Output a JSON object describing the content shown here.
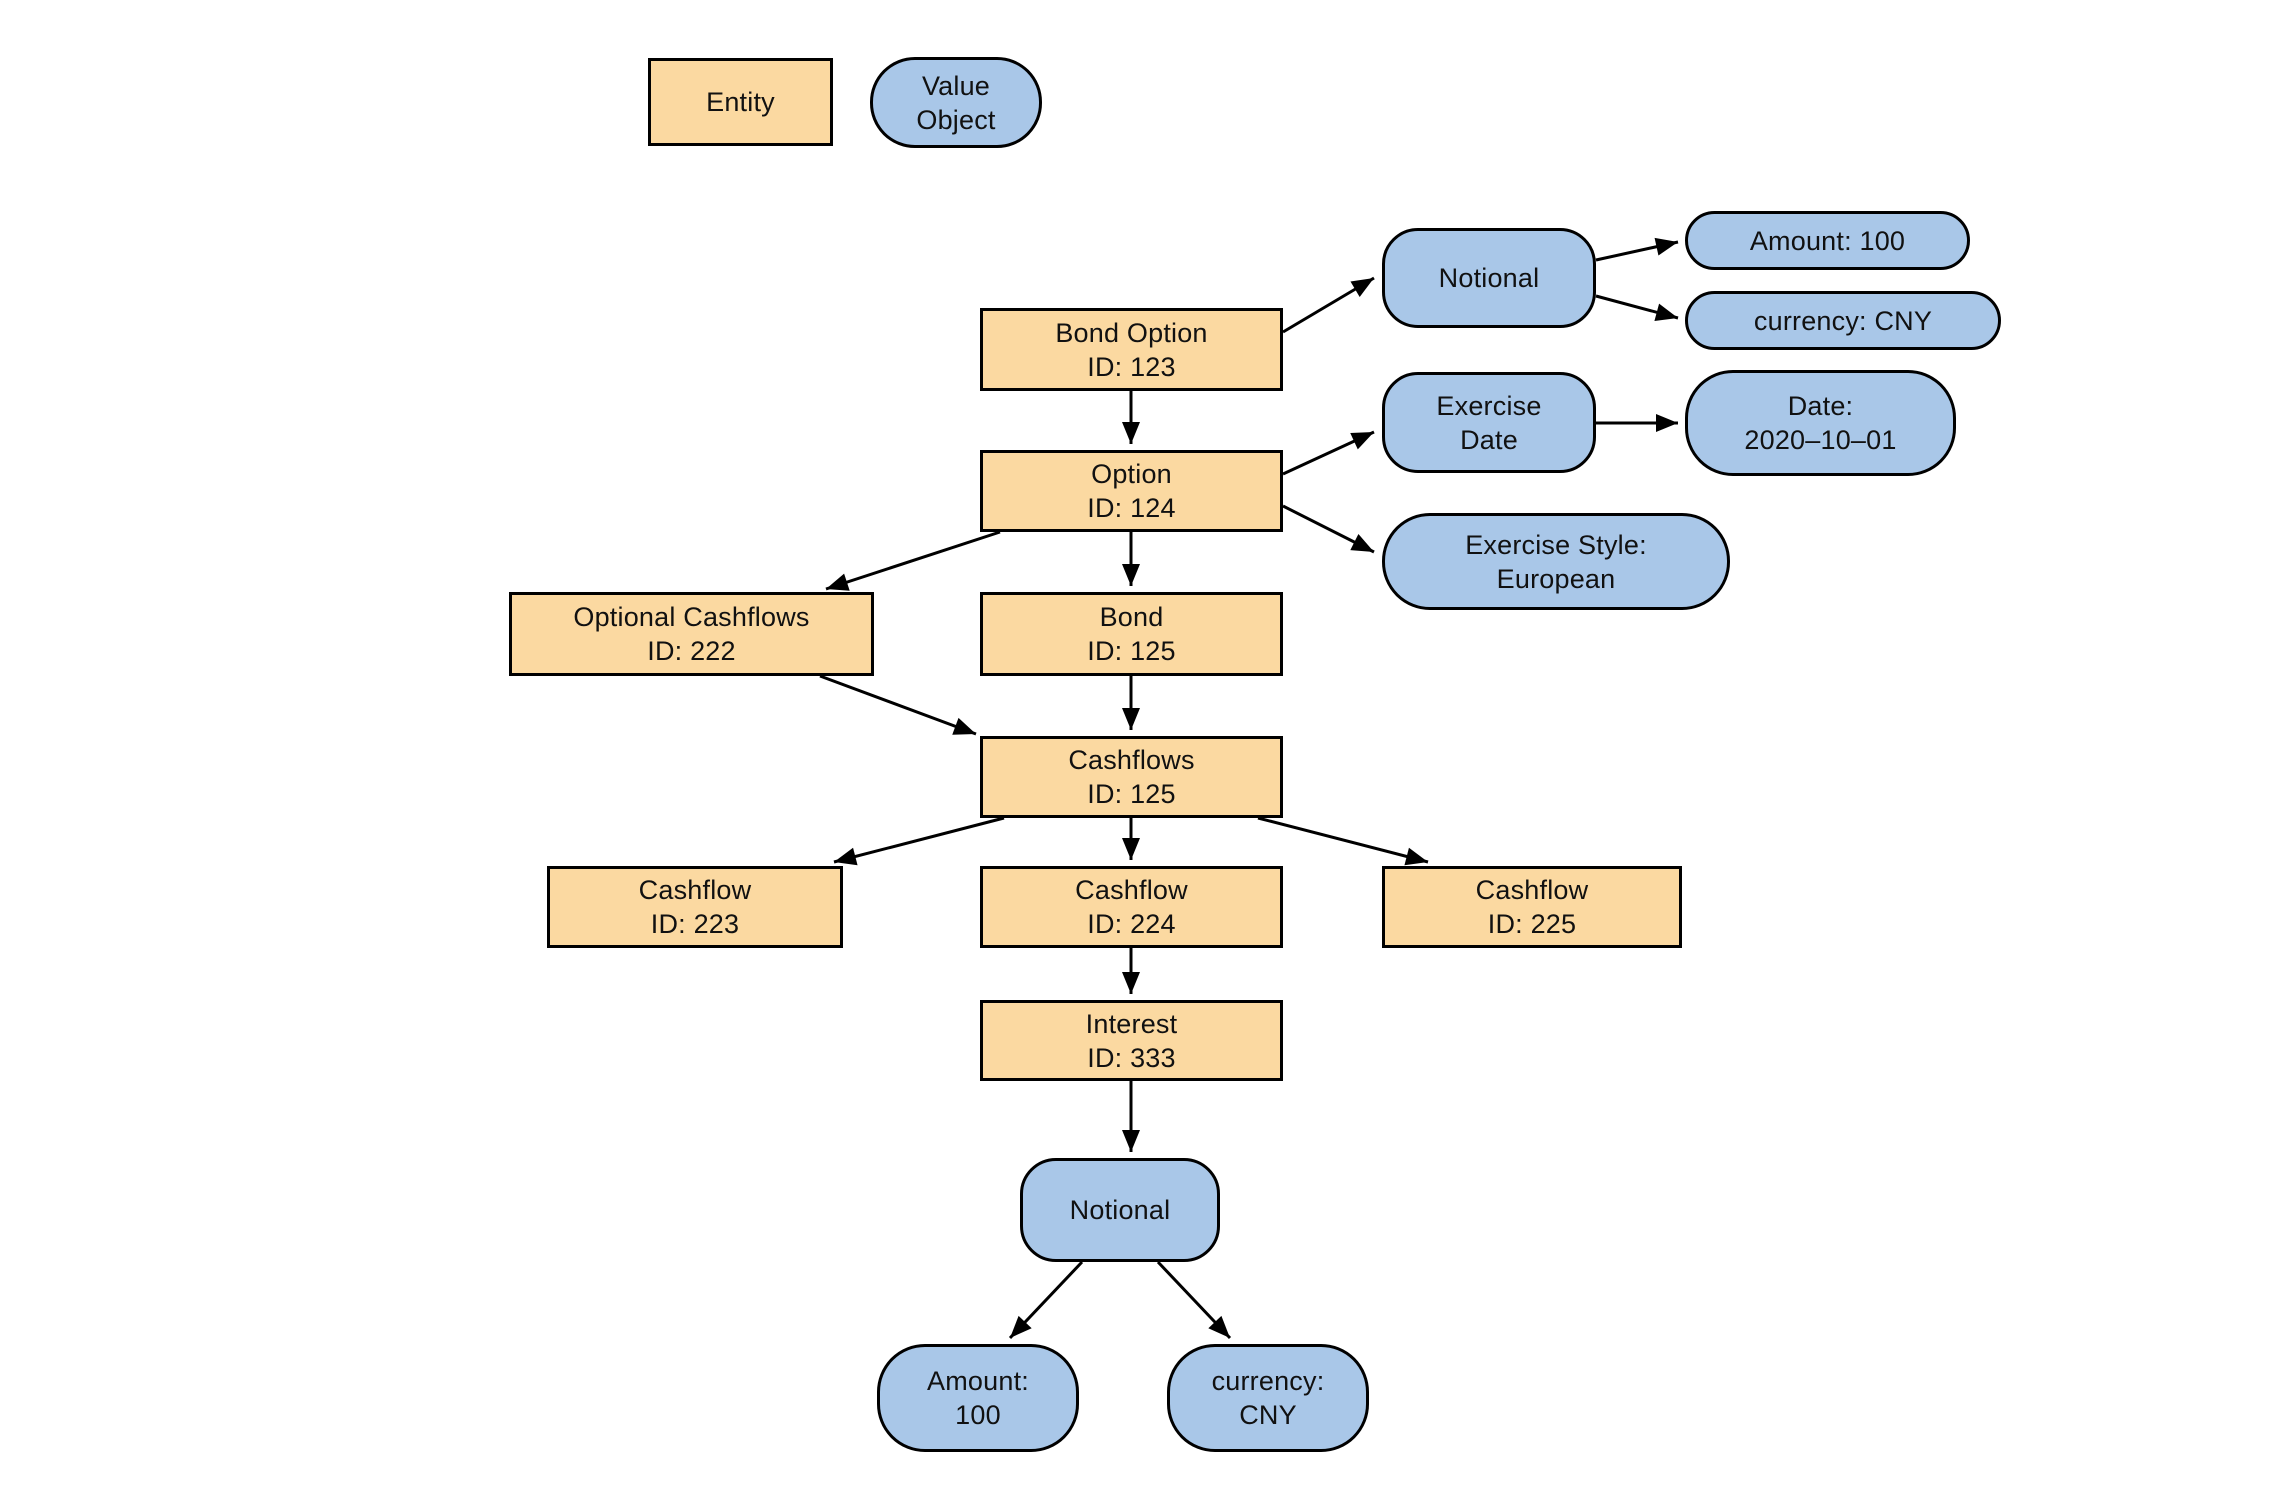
{
  "colors": {
    "entity_fill": "#FBD9A1",
    "value_object_fill": "#A9C7E8",
    "border": "#000000",
    "arrow": "#000000"
  },
  "legend": {
    "entity": {
      "type": "entity",
      "line1": "Entity"
    },
    "value_object": {
      "type": "value-object",
      "line1": "Value",
      "line2": "Object"
    }
  },
  "nodes": {
    "bond_option": {
      "type": "entity",
      "line1": "Bond Option",
      "line2": "ID: 123"
    },
    "option": {
      "type": "entity",
      "line1": "Option",
      "line2": "ID: 124"
    },
    "bond": {
      "type": "entity",
      "line1": "Bond",
      "line2": "ID: 125"
    },
    "optional_cashflows": {
      "type": "entity",
      "line1": "Optional Cashflows",
      "line2": "ID: 222"
    },
    "cashflows": {
      "type": "entity",
      "line1": "Cashflows",
      "line2": "ID: 125"
    },
    "cashflow_223": {
      "type": "entity",
      "line1": "Cashflow",
      "line2": "ID: 223"
    },
    "cashflow_224": {
      "type": "entity",
      "line1": "Cashflow",
      "line2": "ID: 224"
    },
    "cashflow_225": {
      "type": "entity",
      "line1": "Cashflow",
      "line2": "ID: 225"
    },
    "interest": {
      "type": "entity",
      "line1": "Interest",
      "line2": "ID: 333"
    },
    "notional_top": {
      "type": "value-object",
      "line1": "Notional"
    },
    "amount_top": {
      "type": "value-object",
      "line1": "Amount: 100"
    },
    "currency_top": {
      "type": "value-object",
      "line1": "currency: CNY"
    },
    "exercise_date": {
      "type": "value-object",
      "line1": "Exercise",
      "line2": "Date"
    },
    "date_value": {
      "type": "value-object",
      "line1": "Date:",
      "line2": "2020–10–01"
    },
    "exercise_style": {
      "type": "value-object",
      "line1": "Exercise Style:",
      "line2": "European"
    },
    "notional_bottom": {
      "type": "value-object",
      "line1": "Notional"
    },
    "amount_bottom": {
      "type": "value-object",
      "line1": "Amount:",
      "line2": "100"
    },
    "currency_bottom": {
      "type": "value-object",
      "line1": "currency:",
      "line2": "CNY"
    }
  },
  "edges": [
    {
      "from": "bond_option",
      "to": "notional_top"
    },
    {
      "from": "notional_top",
      "to": "amount_top"
    },
    {
      "from": "notional_top",
      "to": "currency_top"
    },
    {
      "from": "bond_option",
      "to": "option"
    },
    {
      "from": "option",
      "to": "exercise_date"
    },
    {
      "from": "exercise_date",
      "to": "date_value"
    },
    {
      "from": "option",
      "to": "exercise_style"
    },
    {
      "from": "option",
      "to": "optional_cashflows"
    },
    {
      "from": "option",
      "to": "bond"
    },
    {
      "from": "bond",
      "to": "cashflows"
    },
    {
      "from": "optional_cashflows",
      "to": "cashflows"
    },
    {
      "from": "cashflows",
      "to": "cashflow_223"
    },
    {
      "from": "cashflows",
      "to": "cashflow_224"
    },
    {
      "from": "cashflows",
      "to": "cashflow_225"
    },
    {
      "from": "cashflow_224",
      "to": "interest"
    },
    {
      "from": "interest",
      "to": "notional_bottom"
    },
    {
      "from": "notional_bottom",
      "to": "amount_bottom"
    },
    {
      "from": "notional_bottom",
      "to": "currency_bottom"
    }
  ]
}
